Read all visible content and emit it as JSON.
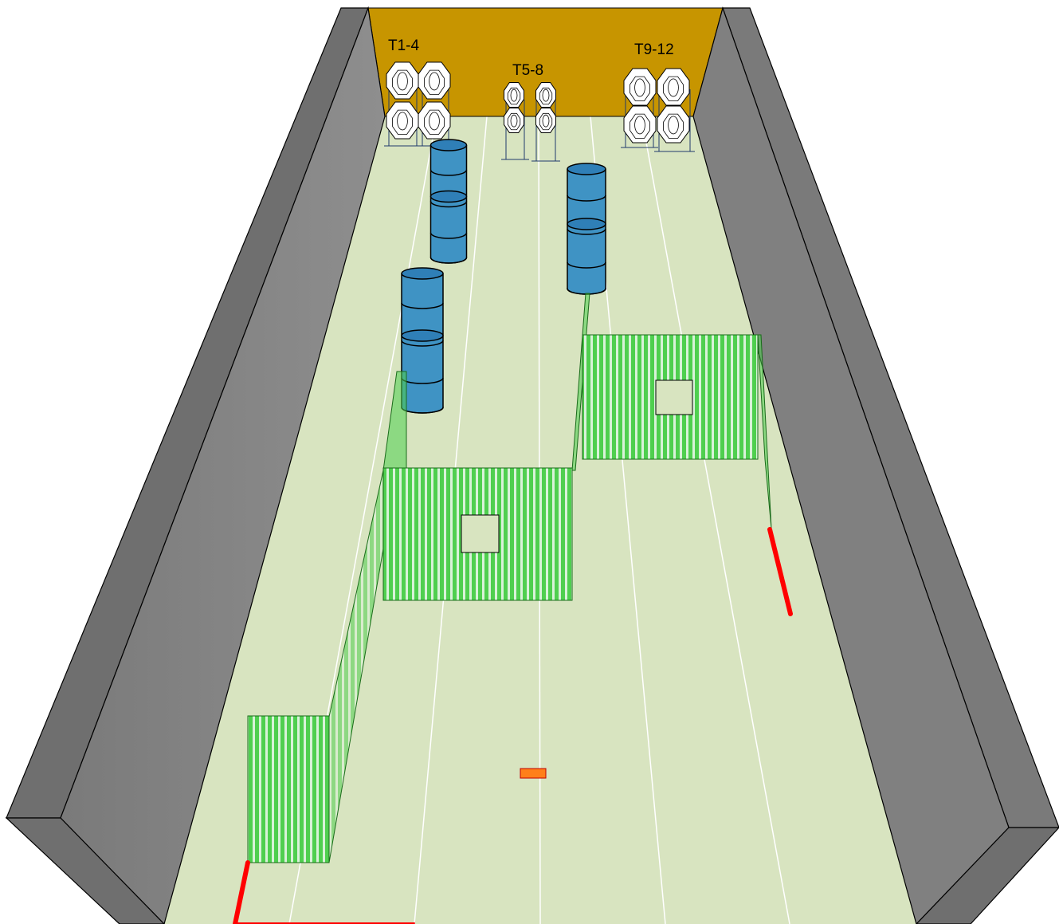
{
  "target_groups": [
    {
      "label": "T1-4"
    },
    {
      "label": "T5-8"
    },
    {
      "label": "T9-12"
    }
  ],
  "colors": {
    "floor": "#d8e4c0",
    "backstop": "#c79500",
    "wall_face": "#808080",
    "wall_top": "#6f6f6f",
    "barrel": "#3f93c4",
    "barrel_top": "#2f7fb7",
    "panel_stripe_a": "#4fcf4f",
    "panel_stripe_b": "#cdeccd",
    "fault_line": "#ff0000",
    "start_marker": "#ff7f1a"
  }
}
